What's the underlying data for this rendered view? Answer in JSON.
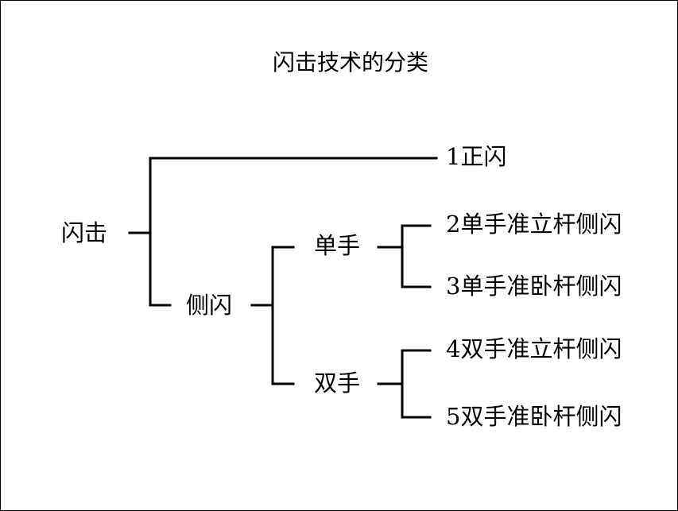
{
  "title": "闪击技术的分类",
  "tree": {
    "root": "闪击",
    "leaf1": "1正闪",
    "side": "侧闪",
    "single": "单手",
    "double": "双手",
    "leaf2": "2单手准立杆侧闪",
    "leaf3": "3单手准卧杆侧闪",
    "leaf4": "4双手准立杆侧闪",
    "leaf5": "5双手准卧杆侧闪"
  }
}
